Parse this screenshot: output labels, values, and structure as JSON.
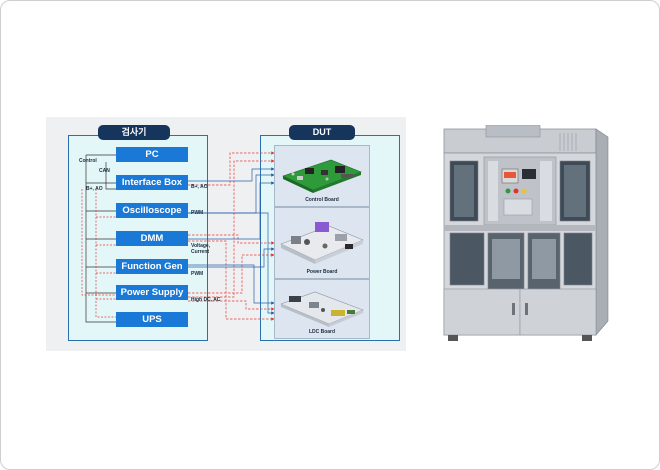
{
  "diagram": {
    "left_title": "검사기",
    "right_title": "DUT",
    "instruments": [
      "PC",
      "Interface Box",
      "Oscilloscope",
      "DMM",
      "Function Gen",
      "Power Supply",
      "UPS"
    ],
    "signals": {
      "control": "Control",
      "can": "CAN",
      "b_ao_left": "B+, AO",
      "b_ao_right": "B+, AO",
      "pwm_1": "PWM",
      "voltage_current": "Voltage,\nCurrent",
      "pwm_2": "PWM",
      "high_dc_ac": "High DC, AC"
    },
    "boards": [
      "Control Board",
      "Power Board",
      "LDC Board"
    ]
  },
  "colors": {
    "instrument": "#1a78d6",
    "title": "#16355c",
    "panel": "#e4f7f8",
    "red_line": "#e23a3a"
  },
  "photo": {
    "subject": "test-equipment-cabinet"
  }
}
